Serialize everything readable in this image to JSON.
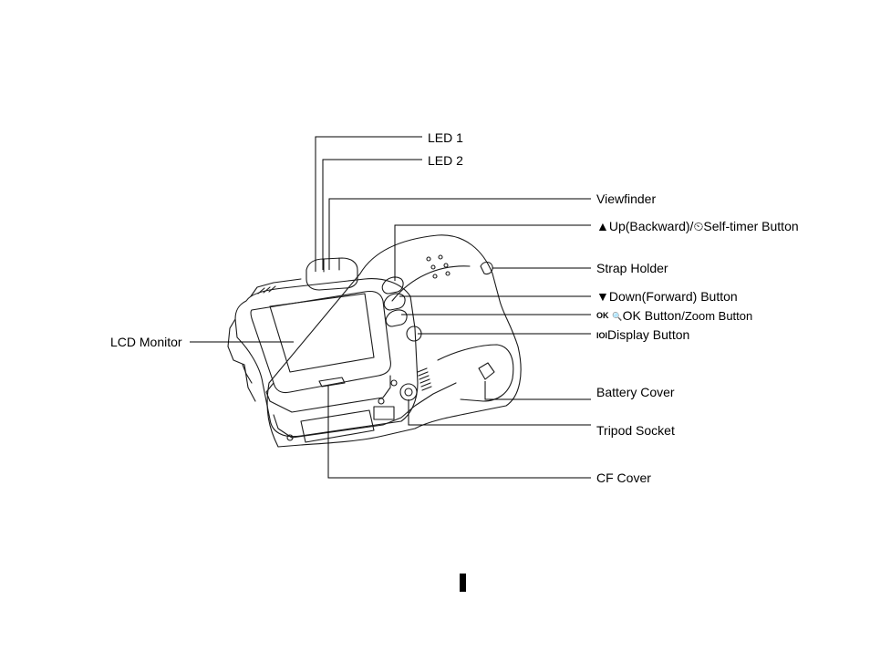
{
  "labels": {
    "led1": "LED 1",
    "led2": "LED 2",
    "viewfinder": "Viewfinder",
    "up_icon": "▲",
    "up_text_a": "Up(Backward)/",
    "timer_icon": "⏲",
    "up_text_b": "Self-timer Button",
    "strap": "Strap Holder",
    "down_icon": "▼",
    "down_text": "Down(Forward) Button",
    "ok_icon": "OK",
    "zoom_icon": "🔍",
    "ok_text": "OK Button",
    "zoom_text": "/Zoom Button",
    "display_icon": "IOI",
    "display_text": "Display Button",
    "lcd": "LCD Monitor",
    "battery": "Battery Cover",
    "tripod": "Tripod Socket",
    "cf": "CF Cover"
  },
  "colors": {
    "line": "#000000",
    "outline": "#1a1a1a",
    "background": "#ffffff"
  }
}
